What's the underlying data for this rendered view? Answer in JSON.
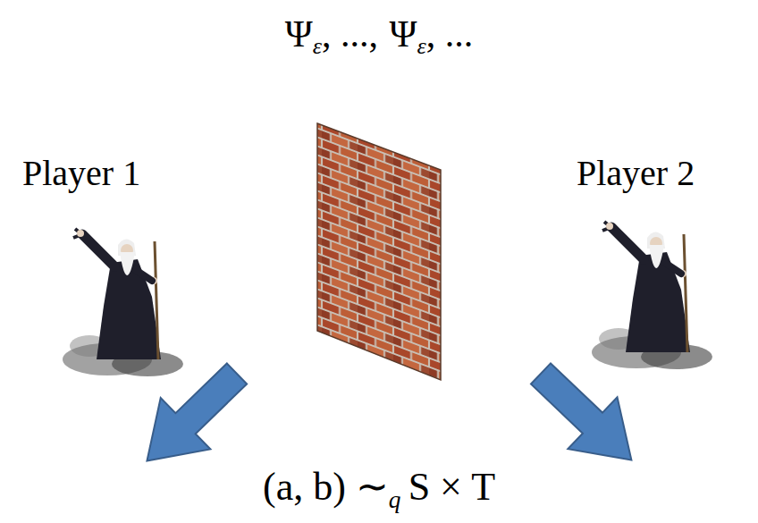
{
  "diagram": {
    "labels": [
      "Ψ",
      "ε",
      ", ...,",
      "Ψ",
      "ε",
      ", ...",
      "Player 1",
      "Player 2",
      "(a, b) ∼",
      "q",
      "S × T"
    ]
  }
}
